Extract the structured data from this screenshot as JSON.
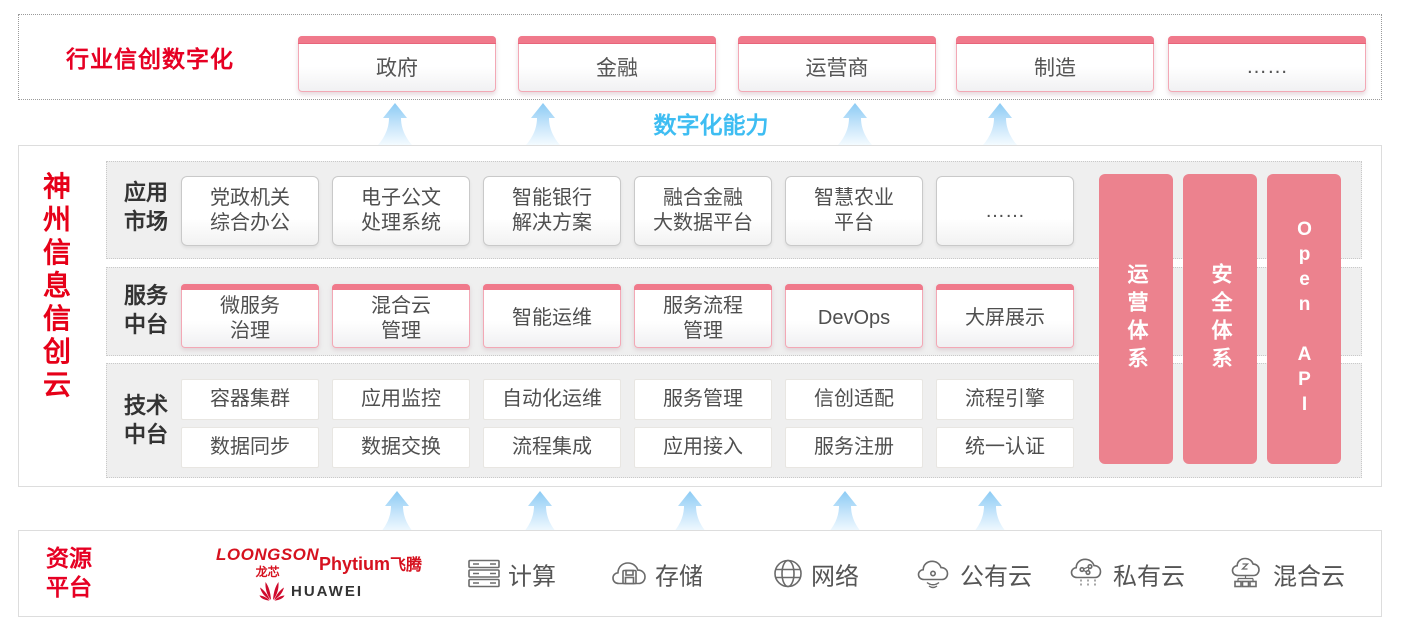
{
  "colors": {
    "accent_red": "#e60023",
    "pillar_pink": "#ec828e",
    "box_accent_pink": "#f0798b",
    "capability_blue": "#3ebdf2"
  },
  "top_banner": {
    "title": "行业信创数字化",
    "industries": [
      "政府",
      "金融",
      "运营商",
      "制造",
      "……"
    ]
  },
  "capability_label": "数字化能力",
  "platform": {
    "title": "神州信息信创云",
    "side_bars": [
      "运营体系",
      "安全体系",
      "Open API"
    ],
    "rows": [
      {
        "label": "应用\n市场",
        "items": [
          "党政机关\n综合办公",
          "电子公文\n处理系统",
          "智能银行\n解决方案",
          "融合金融\n大数据平台",
          "智慧农业\n平台",
          "……"
        ]
      },
      {
        "label": "服务\n中台",
        "items": [
          "微服务\n治理",
          "混合云\n管理",
          "智能运维",
          "服务流程\n管理",
          "DevOps",
          "大屏展示"
        ]
      },
      {
        "label": "技术\n中台",
        "items_row1": [
          "容器集群",
          "应用监控",
          "自动化运维",
          "服务管理",
          "信创适配",
          "流程引擎"
        ],
        "items_row2": [
          "数据同步",
          "数据交换",
          "流程集成",
          "应用接入",
          "服务注册",
          "统一认证"
        ]
      }
    ]
  },
  "resources": {
    "label": "资源\n平台",
    "vendors": {
      "loongson": "LOONGSON",
      "loongson_cn": "龙芯",
      "phytium": "Phytium",
      "phytium_cn": "飞腾",
      "huawei": "HUAWEI"
    },
    "items": [
      {
        "icon": "compute-icon",
        "label": "计算"
      },
      {
        "icon": "storage-icon",
        "label": "存储"
      },
      {
        "icon": "network-icon",
        "label": "网络"
      },
      {
        "icon": "public-cloud-icon",
        "label": "公有云"
      },
      {
        "icon": "private-cloud-icon",
        "label": "私有云"
      },
      {
        "icon": "hybrid-cloud-icon",
        "label": "混合云"
      }
    ]
  }
}
